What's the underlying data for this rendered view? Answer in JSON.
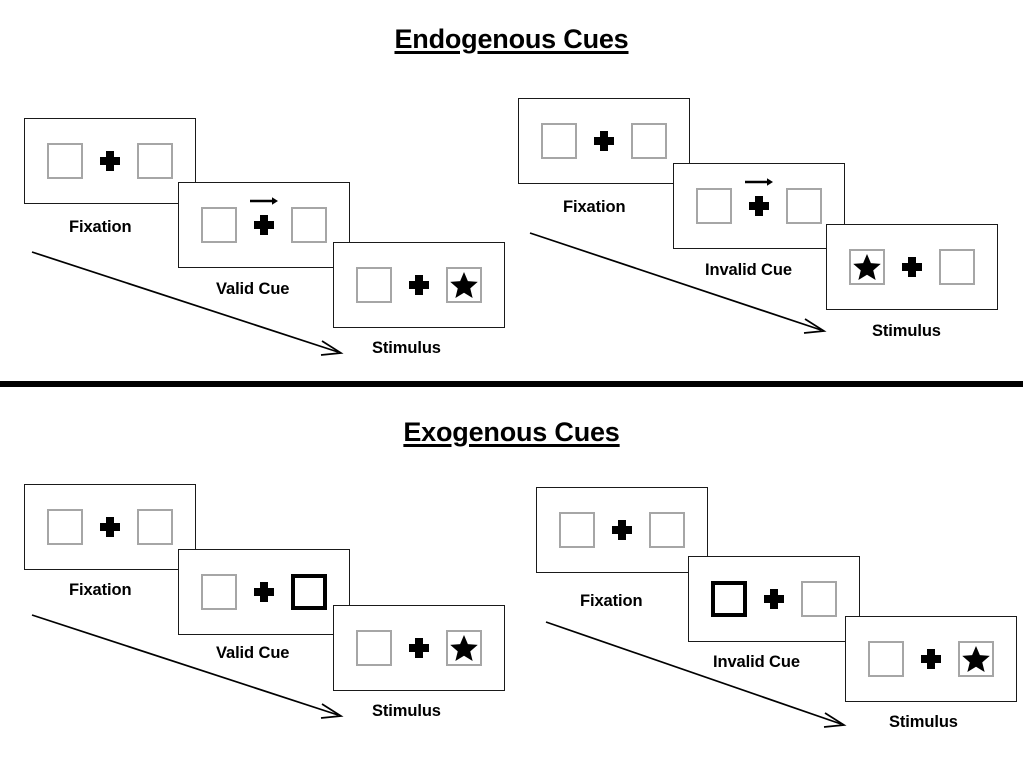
{
  "figure": {
    "sections": [
      {
        "id": "endogenous",
        "title": "Endogenous Cues",
        "columns": [
          {
            "id": "endogenous-valid",
            "frames": [
              {
                "id": "fixation",
                "caption": "Fixation",
                "left_box": "empty",
                "right_box": "empty",
                "cue": "none",
                "center": "plus"
              },
              {
                "id": "valid-cue",
                "caption": "Valid Cue",
                "left_box": "empty",
                "right_box": "empty",
                "cue": "arrow-right",
                "center": "plus"
              },
              {
                "id": "stimulus",
                "caption": "Stimulus",
                "left_box": "empty",
                "right_box": "star",
                "cue": "none",
                "center": "plus"
              }
            ]
          },
          {
            "id": "endogenous-invalid",
            "frames": [
              {
                "id": "fixation",
                "caption": "Fixation",
                "left_box": "empty",
                "right_box": "empty",
                "cue": "none",
                "center": "plus"
              },
              {
                "id": "invalid-cue",
                "caption": "Invalid Cue",
                "left_box": "empty",
                "right_box": "empty",
                "cue": "arrow-right",
                "center": "plus"
              },
              {
                "id": "stimulus",
                "caption": "Stimulus",
                "left_box": "star",
                "right_box": "empty",
                "cue": "none",
                "center": "plus"
              }
            ]
          }
        ]
      },
      {
        "id": "exogenous",
        "title": "Exogenous Cues",
        "columns": [
          {
            "id": "exogenous-valid",
            "frames": [
              {
                "id": "fixation",
                "caption": "Fixation",
                "left_box": "empty",
                "right_box": "empty",
                "cue": "none",
                "center": "plus"
              },
              {
                "id": "valid-cue",
                "caption": "Valid Cue",
                "left_box": "empty",
                "right_box": "flashed",
                "cue": "box-flash",
                "center": "plus"
              },
              {
                "id": "stimulus",
                "caption": "Stimulus",
                "left_box": "empty",
                "right_box": "star",
                "cue": "none",
                "center": "plus"
              }
            ]
          },
          {
            "id": "exogenous-invalid",
            "frames": [
              {
                "id": "fixation",
                "caption": "Fixation",
                "left_box": "empty",
                "right_box": "empty",
                "cue": "none",
                "center": "plus"
              },
              {
                "id": "invalid-cue",
                "caption": "Invalid Cue",
                "left_box": "flashed",
                "right_box": "empty",
                "cue": "box-flash",
                "center": "plus"
              },
              {
                "id": "stimulus",
                "caption": "Stimulus",
                "left_box": "empty",
                "right_box": "star",
                "cue": "none",
                "center": "plus"
              }
            ]
          }
        ]
      }
    ],
    "colors": {
      "background": "#ffffff",
      "frame_border": "#1a1a1a",
      "box_border": "#a6a6a6",
      "cued_box_border": "#000000",
      "glyph": "#000000",
      "divider": "#000000"
    },
    "icons": {
      "fixation_cross": "plus-icon",
      "cue_arrow": "arrow-right-icon",
      "stimulus": "star-icon",
      "time_arrow": "time-arrow-icon"
    }
  }
}
